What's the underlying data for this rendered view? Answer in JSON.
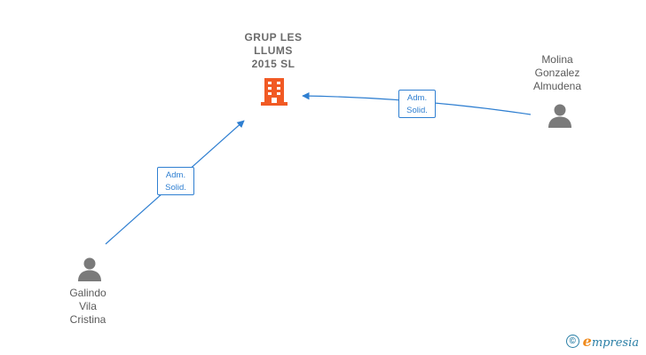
{
  "company": {
    "name_lines": [
      "GRUP LES",
      "LLUMS",
      "2015  SL"
    ],
    "icon": "building-icon",
    "color": "#f15a24"
  },
  "people": [
    {
      "name_lines": [
        "Molina",
        "Gonzalez",
        "Almudena"
      ],
      "icon": "person-icon"
    },
    {
      "name_lines": [
        "Galindo",
        "Vila",
        "Cristina"
      ],
      "icon": "person-icon"
    }
  ],
  "edges": [
    {
      "from": "Molina Gonzalez Almudena",
      "to": "GRUP LES LLUMS 2015 SL",
      "label_lines": [
        "Adm.",
        "Solid."
      ]
    },
    {
      "from": "Galindo Vila Cristina",
      "to": "GRUP LES LLUMS 2015 SL",
      "label_lines": [
        "Adm.",
        "Solid."
      ]
    }
  ],
  "colors": {
    "edge": "#2f7fd1",
    "person": "#7a7a7a",
    "text": "#6b6b6b"
  },
  "brand": {
    "copyright": "©",
    "first_letter": "e",
    "rest": "mpresia"
  }
}
